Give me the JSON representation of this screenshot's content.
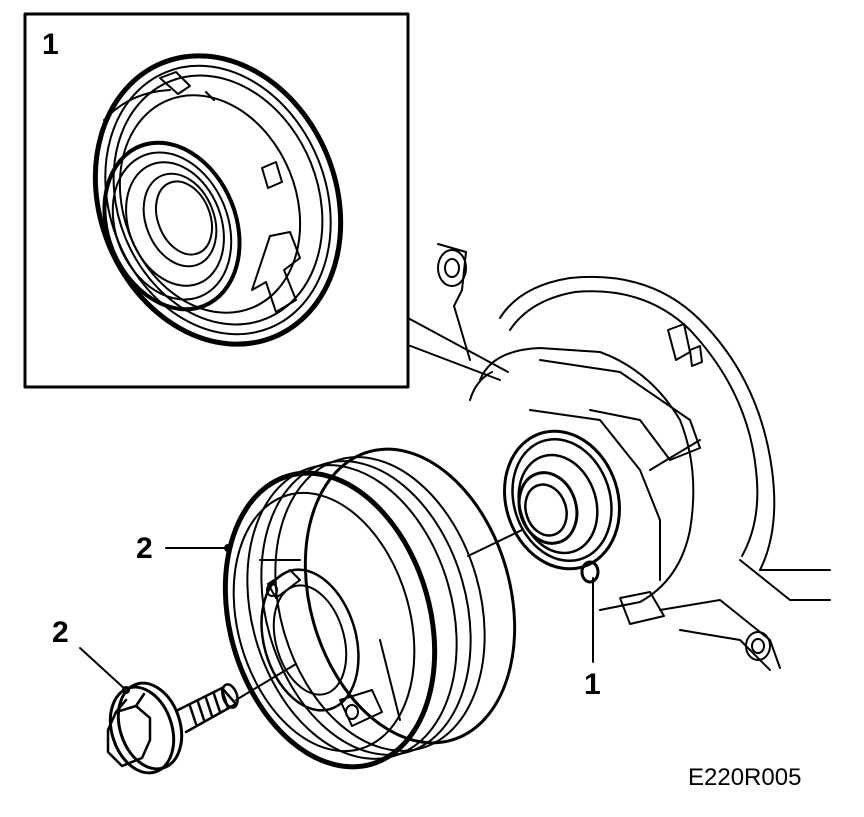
{
  "inset": {
    "callout": "1"
  },
  "callouts": {
    "pulley": "2",
    "bolt": "2",
    "seal": "1"
  },
  "figure_code": "E220R005"
}
